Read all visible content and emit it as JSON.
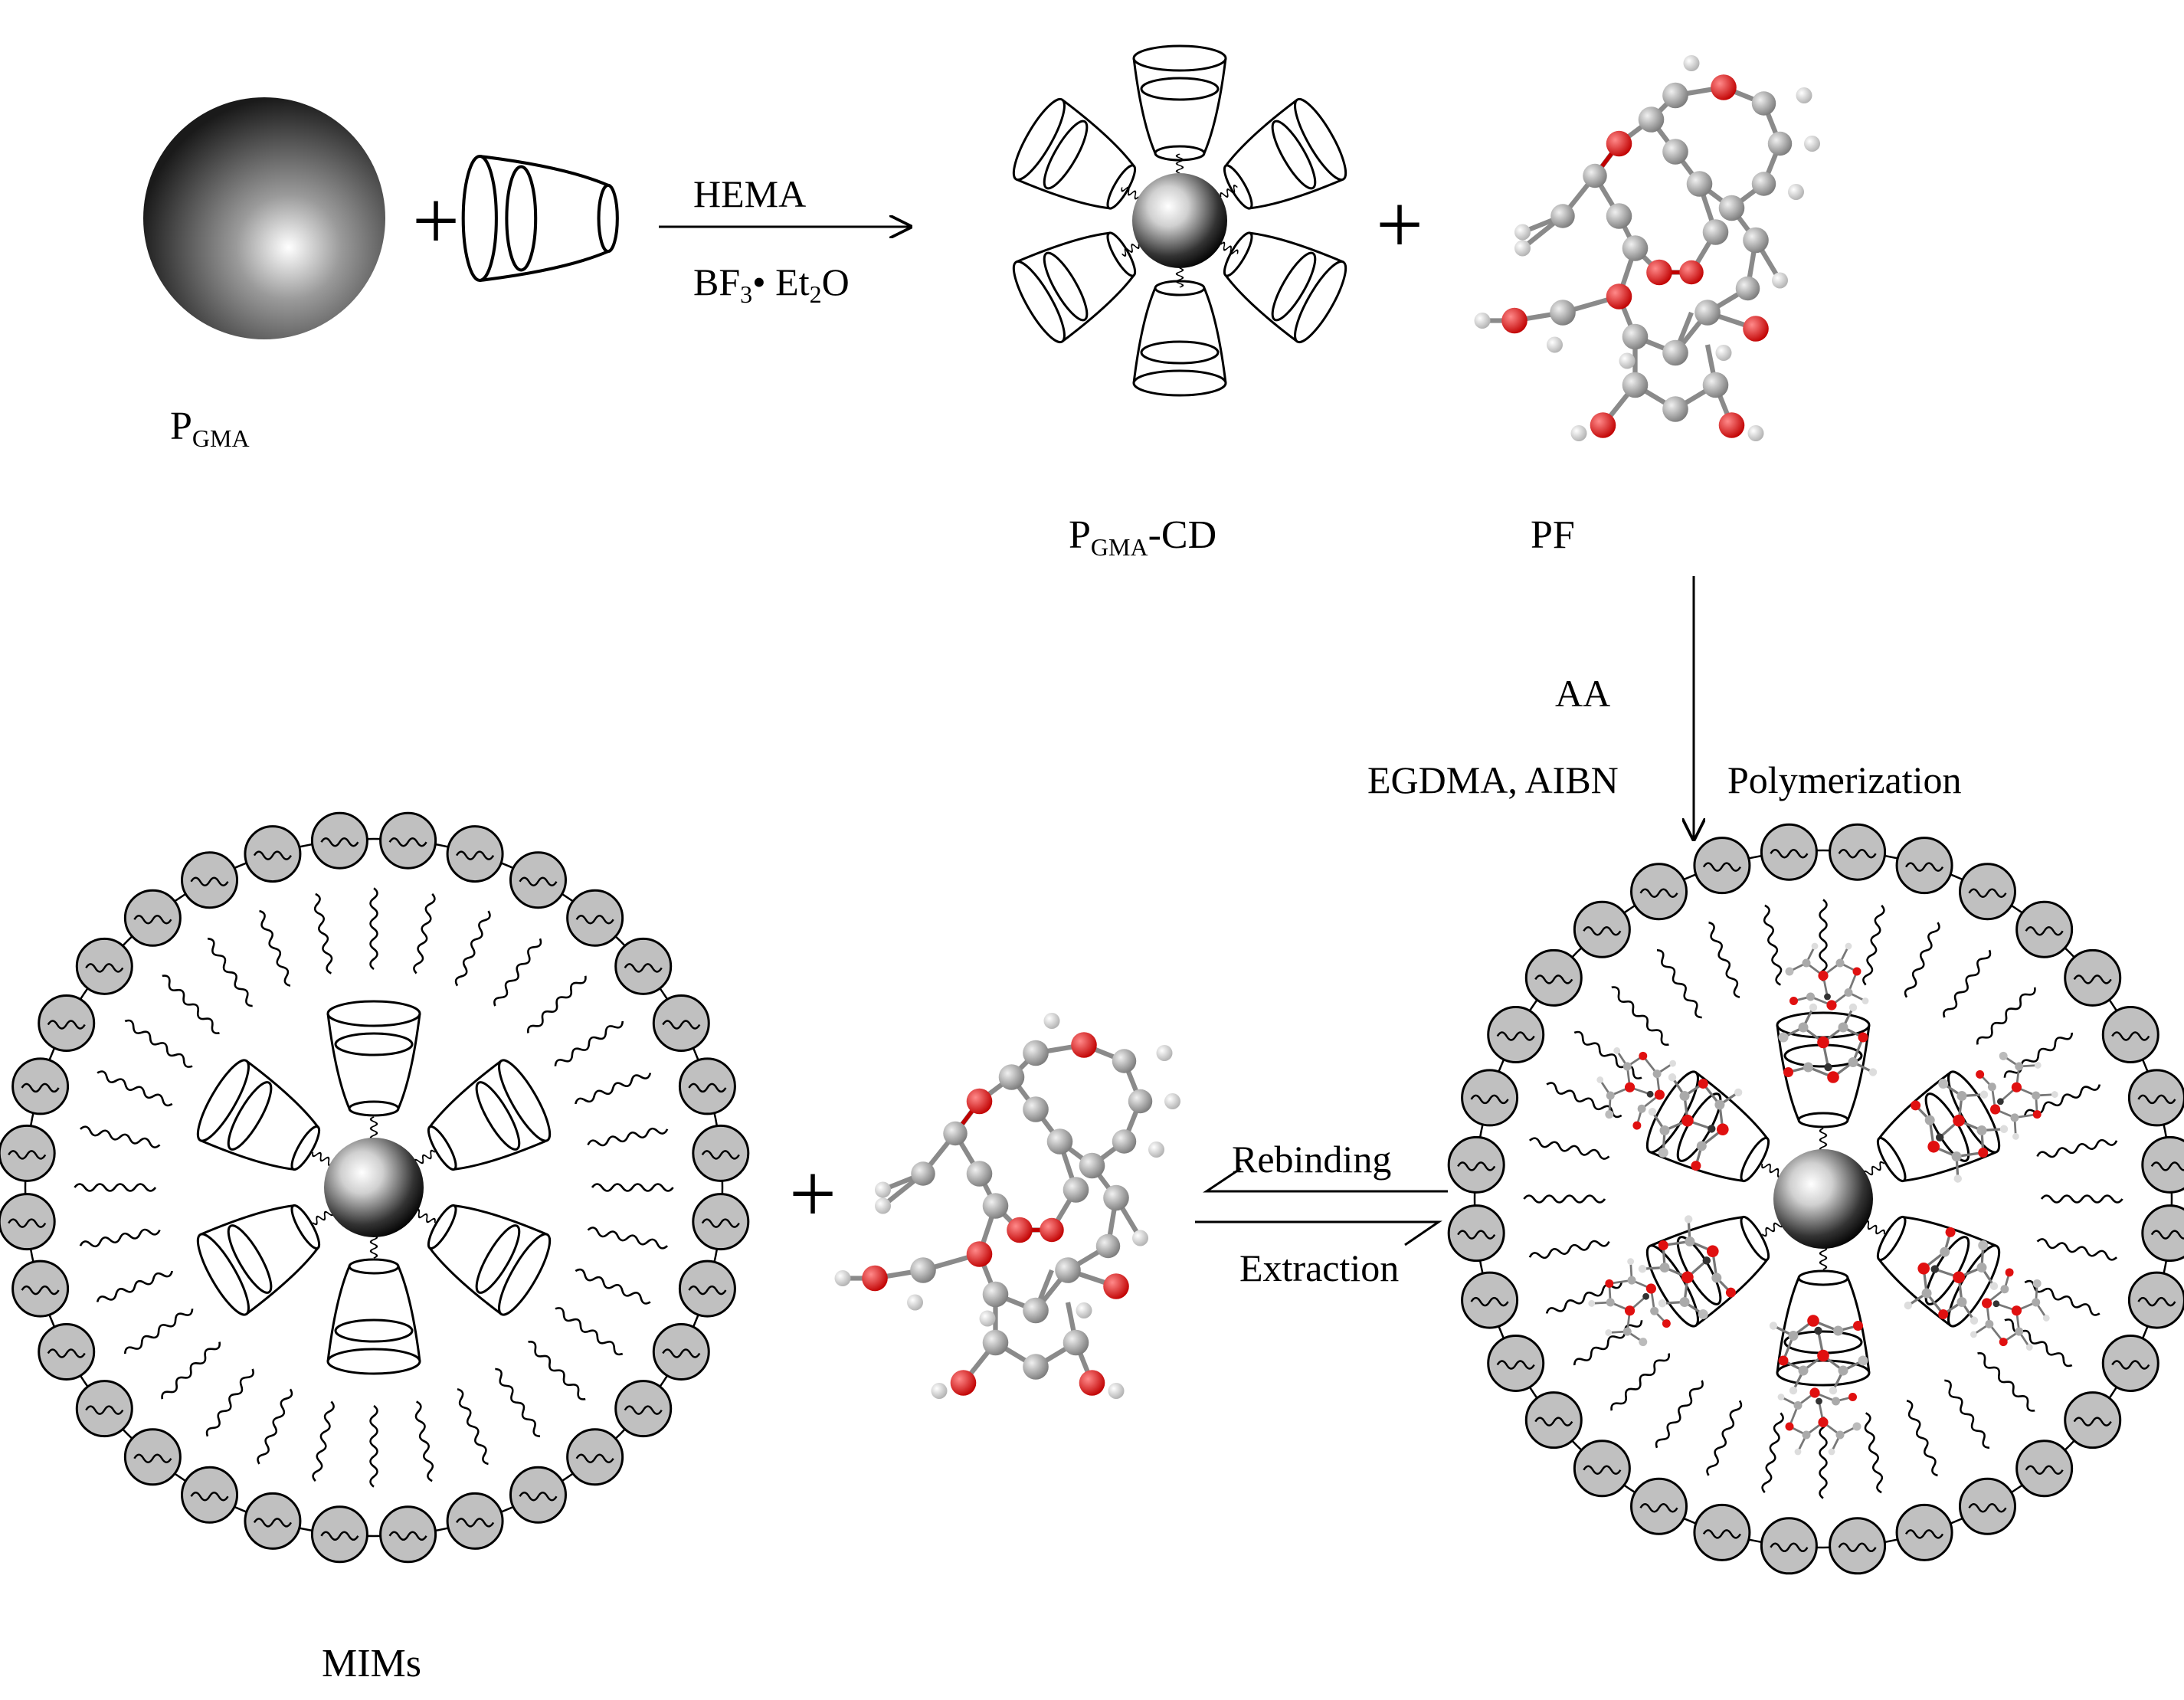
{
  "labels": {
    "pgma": "P",
    "pgma_sub": "GMA",
    "pgma_cd_main": "P",
    "pgma_cd_sub": "GMA",
    "pgma_cd_tail": "-CD",
    "pf": "PF",
    "mims": "MIMs"
  },
  "arrows": {
    "hema": "HEMA",
    "bf3_main": "BF",
    "bf3_sub": "3",
    "bf3_dot": "• Et",
    "et2_sub": "2",
    "bf3_tail": "O",
    "aa": "AA",
    "egdma": "EGDMA, AIBN",
    "polymerization": "Polymerization",
    "rebinding": "Rebinding",
    "extraction": "Extraction"
  },
  "symbols": {
    "plus": "+"
  },
  "colors": {
    "oxygen": "#e01010",
    "carbon": "#a8a8a8",
    "hydrogen": "#dcdcdc",
    "shell": "#c0c0c0",
    "line": "#000000"
  }
}
